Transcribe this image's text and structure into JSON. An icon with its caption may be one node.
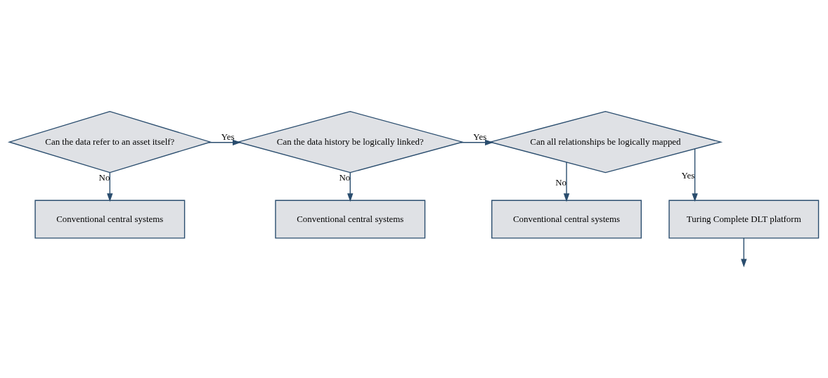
{
  "diagram": {
    "nodes": [
      {
        "text": [
          "Can the data refer to an asset itself?"
        ]
      },
      {
        "text": [
          "Can the data history be logically linked?"
        ]
      },
      {
        "text": [
          "Can all relationships be logically mapped"
        ]
      },
      {
        "text": [
          "Conventional central systems"
        ]
      },
      {
        "text": [
          "Conventional central systems"
        ]
      },
      {
        "text": [
          "Conventional central systems"
        ]
      },
      {
        "text": [
          "Turing Complete DLT platform"
        ]
      }
    ],
    "edges": [
      {
        "from": 0,
        "to": 1,
        "arrow": "to",
        "label": "Yes"
      },
      {
        "from": 1,
        "to": 2,
        "arrow": "to",
        "label": "Yes"
      },
      {
        "from": 2,
        "to": 6,
        "arrow": "to",
        "label": "Yes"
      },
      {
        "from": 0,
        "to": 3,
        "arrow": "to",
        "label": "No"
      },
      {
        "from": 1,
        "to": 4,
        "arrow": "to",
        "label": "No"
      },
      {
        "from": 2,
        "to": 5,
        "arrow": "to",
        "label": "No"
      },
      {
        "from": 6,
        "to": null,
        "arrow": "to"
      }
    ]
  }
}
